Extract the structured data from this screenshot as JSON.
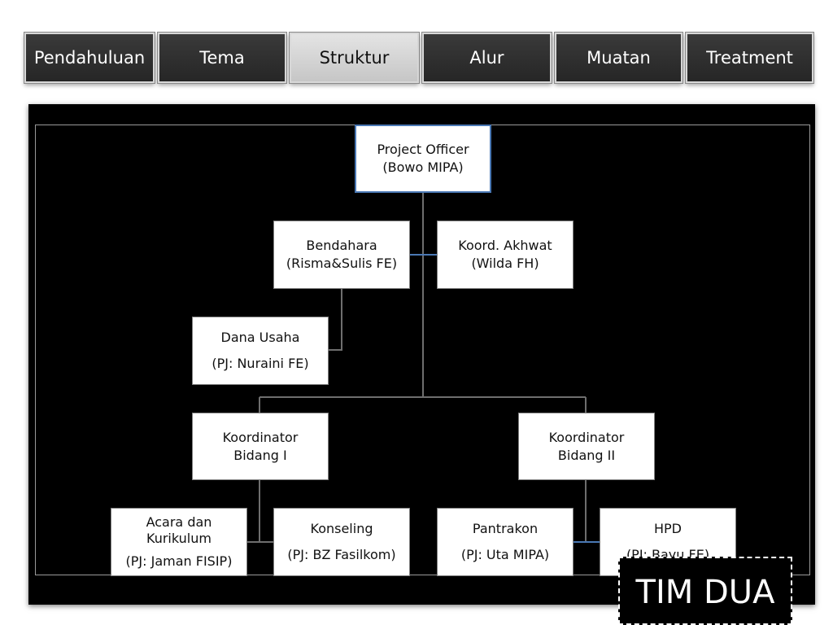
{
  "nav": {
    "tabs": [
      {
        "label": "Pendahuluan",
        "active": false
      },
      {
        "label": "Tema",
        "active": false
      },
      {
        "label": "Struktur",
        "active": true
      },
      {
        "label": "Alur",
        "active": false
      },
      {
        "label": "Muatan",
        "active": false
      },
      {
        "label": "Treatment",
        "active": false
      }
    ]
  },
  "org": {
    "project_officer": {
      "title": "Project Officer",
      "name": "(Bowo MIPA)"
    },
    "bendahara": {
      "title": "Bendahara",
      "name": "(Risma&Sulis FE)"
    },
    "koord_akhwat": {
      "title": "Koord. Akhwat",
      "name": "(Wilda FH)"
    },
    "dana_usaha": {
      "title": "Dana Usaha",
      "pj": "(PJ: Nuraini FE)"
    },
    "koordinator_1": {
      "title": "Koordinator",
      "sub": "Bidang I"
    },
    "koordinator_2": {
      "title": "Koordinator",
      "sub": "Bidang II"
    },
    "acara": {
      "title": "Acara dan",
      "sub": "Kurikulum",
      "pj": "(PJ: Jaman FISIP)"
    },
    "konseling": {
      "title": "Konseling",
      "pj": "(PJ: BZ Fasilkom)"
    },
    "pantrakon": {
      "title": "Pantrakon",
      "pj": "(PJ: Uta MIPA)"
    },
    "hpd": {
      "title": "HPD",
      "pj": "(PJ: Bayu FE)"
    }
  },
  "badge": {
    "label": "TIM DUA"
  },
  "colors": {
    "accent": "#4a78b4",
    "connector": "#6e6e6e",
    "background": "#000000"
  }
}
